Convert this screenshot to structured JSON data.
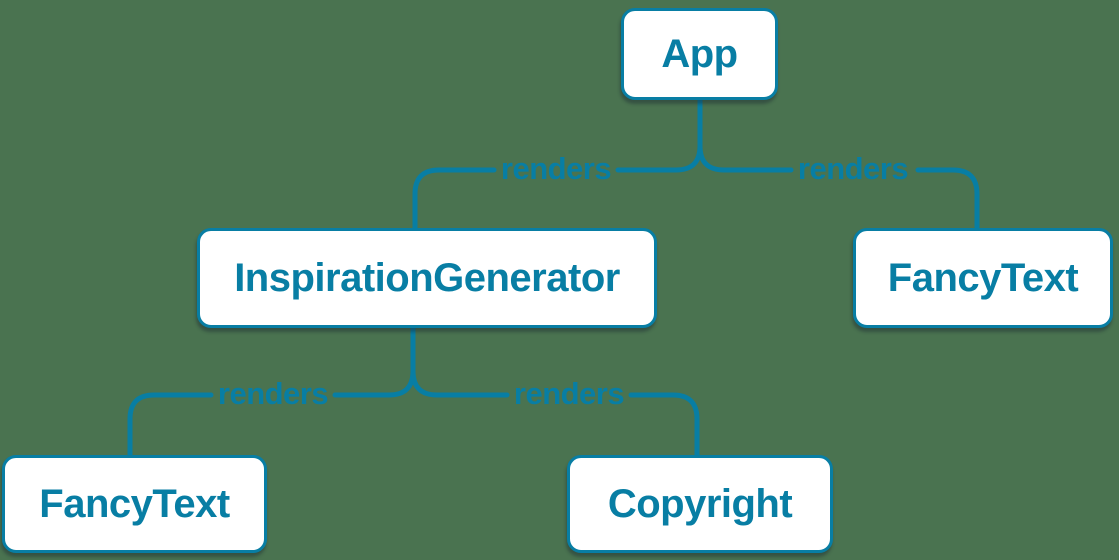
{
  "diagram": {
    "nodes": [
      {
        "id": "app",
        "label": "App"
      },
      {
        "id": "inspiration-generator",
        "label": "InspirationGenerator"
      },
      {
        "id": "fancy-text-top",
        "label": "FancyText"
      },
      {
        "id": "fancy-text-bottom",
        "label": "FancyText"
      },
      {
        "id": "copyright",
        "label": "Copyright"
      }
    ],
    "edges": [
      {
        "from": "App",
        "to": "InspirationGenerator",
        "label": "renders"
      },
      {
        "from": "App",
        "to": "FancyText",
        "label": "renders"
      },
      {
        "from": "InspirationGenerator",
        "to": "FancyText",
        "label": "renders"
      },
      {
        "from": "InspirationGenerator",
        "to": "Copyright",
        "label": "renders"
      }
    ],
    "colors": {
      "background": "#4A7350",
      "accent": "#087EA4",
      "node_fill": "#FFFFFF",
      "node_text": "#087EA4"
    }
  }
}
